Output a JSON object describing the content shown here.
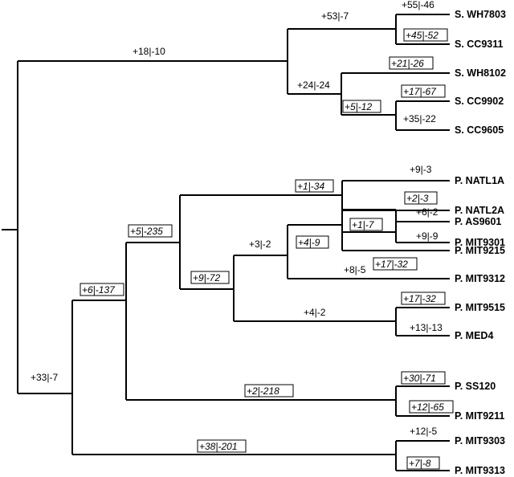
{
  "leaves": {
    "wh7803": "S. WH7803",
    "cc9311": "S. CC9311",
    "wh8102": "S. WH8102",
    "cc9902": "S. CC9902",
    "cc9605": "S. CC9605",
    "natl1a": "P. NATL1A",
    "natl2a": "P. NATL2A",
    "as9601": "P. AS9601",
    "mit9301": "P. MIT9301",
    "mit9215": "P. MIT9215",
    "mit9312": "P. MIT9312",
    "mit9515": "P. MIT9515",
    "med4": "P. MED4",
    "ss120": "P. SS120",
    "mit9211": "P. MIT9211",
    "mit9303": "P. MIT9303",
    "mit9313": "P. MIT9313"
  },
  "gain_loss": {
    "syn_clade": "+18|-10",
    "pro_clade": "+33|-7",
    "syn_wh7803_cc9311": "+53|-7",
    "wh7803": "+55|-46",
    "cc9311": "+45|-52",
    "syn_others": "+24|-24",
    "wh8102": "+21|-26",
    "syn_cc9902_cc9605": "+5|-12",
    "cc9902": "+17|-67",
    "cc9605": "+35|-22",
    "pro_core": "+6|-137",
    "pro_hl_natl": "+5|-235",
    "natl_clade": "+1|-34",
    "natl1a": "+9|-3",
    "natl2a": "+2|-3",
    "hl_clade": "+9|-72",
    "hl2_clade": "+3|-2",
    "hl2_sub": "+4|-9",
    "as9601_mit9301": "+1|-7",
    "as9601": "+6|-2",
    "mit9301": "+9|-9",
    "mit9215": "+17|-32",
    "mit9312": "+8|-5",
    "hl1_clade": "+4|-2",
    "mit9515": "+17|-32",
    "med4": "+13|-13",
    "ss120_mit9211": "+2|-218",
    "ss120": "+30|-71",
    "mit9211": "+12|-65",
    "mit9303_mit9313": "+38|-201",
    "mit9303": "+12|-5",
    "mit9313": "+7|-8"
  }
}
